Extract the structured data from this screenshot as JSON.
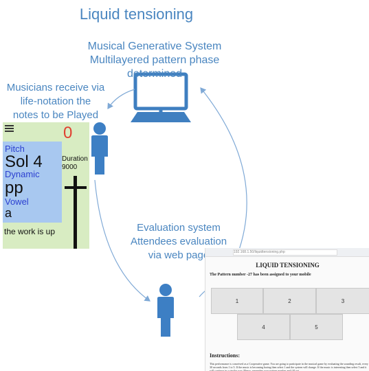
{
  "title": "Liquid tensioning",
  "system": {
    "line1": "Musical Generative System",
    "line2": "Multilayered pattern phase determined"
  },
  "musicians": {
    "line1": "Musicians receive via",
    "line2": "life-notation the",
    "line3": "notes to be Played"
  },
  "evaluation": {
    "line1": "Evaluation  system",
    "line2": "Attendees evaluation",
    "line3": "via web page"
  },
  "phone": {
    "counter": "0",
    "pitch_label": "Pitch",
    "pitch_value": "Sol 4",
    "dynamic_label": "Dynamic",
    "dynamic_value": "pp",
    "vowel_label": "Vowel",
    "vowel_value": "a",
    "duration_label": "Duration",
    "duration_value": "9000",
    "status": "the work is up"
  },
  "webpage": {
    "url": "192.168.1.50/liquidtensioning.php",
    "title": "LIQUID TENSIONING",
    "subtitle": "The Pattern number -27 has been assigned to your mobile",
    "options": [
      "1",
      "2",
      "3",
      "4",
      "5"
    ],
    "instructions_heading": "Instructions:",
    "instructions_text": "This performance is conceived as a Cooperative game. You are going to participate in the musical game by evaluating the sounding result, every 30 seconds from 1 to 5. If the music is becoming boring then select 1 and the system will change. If the music is interesting then select 5 and it will continue in a similar way. Please, remember your pattern number and fill out."
  },
  "colors": {
    "text_blue": "#4a86c0",
    "person_blue": "#3d7fc4",
    "computer_blue": "#3f7fc0",
    "arrow_blue": "#7fa9d6",
    "counter_red": "#e04030"
  },
  "icons": [
    "computer-icon",
    "person-icon",
    "person-icon"
  ]
}
